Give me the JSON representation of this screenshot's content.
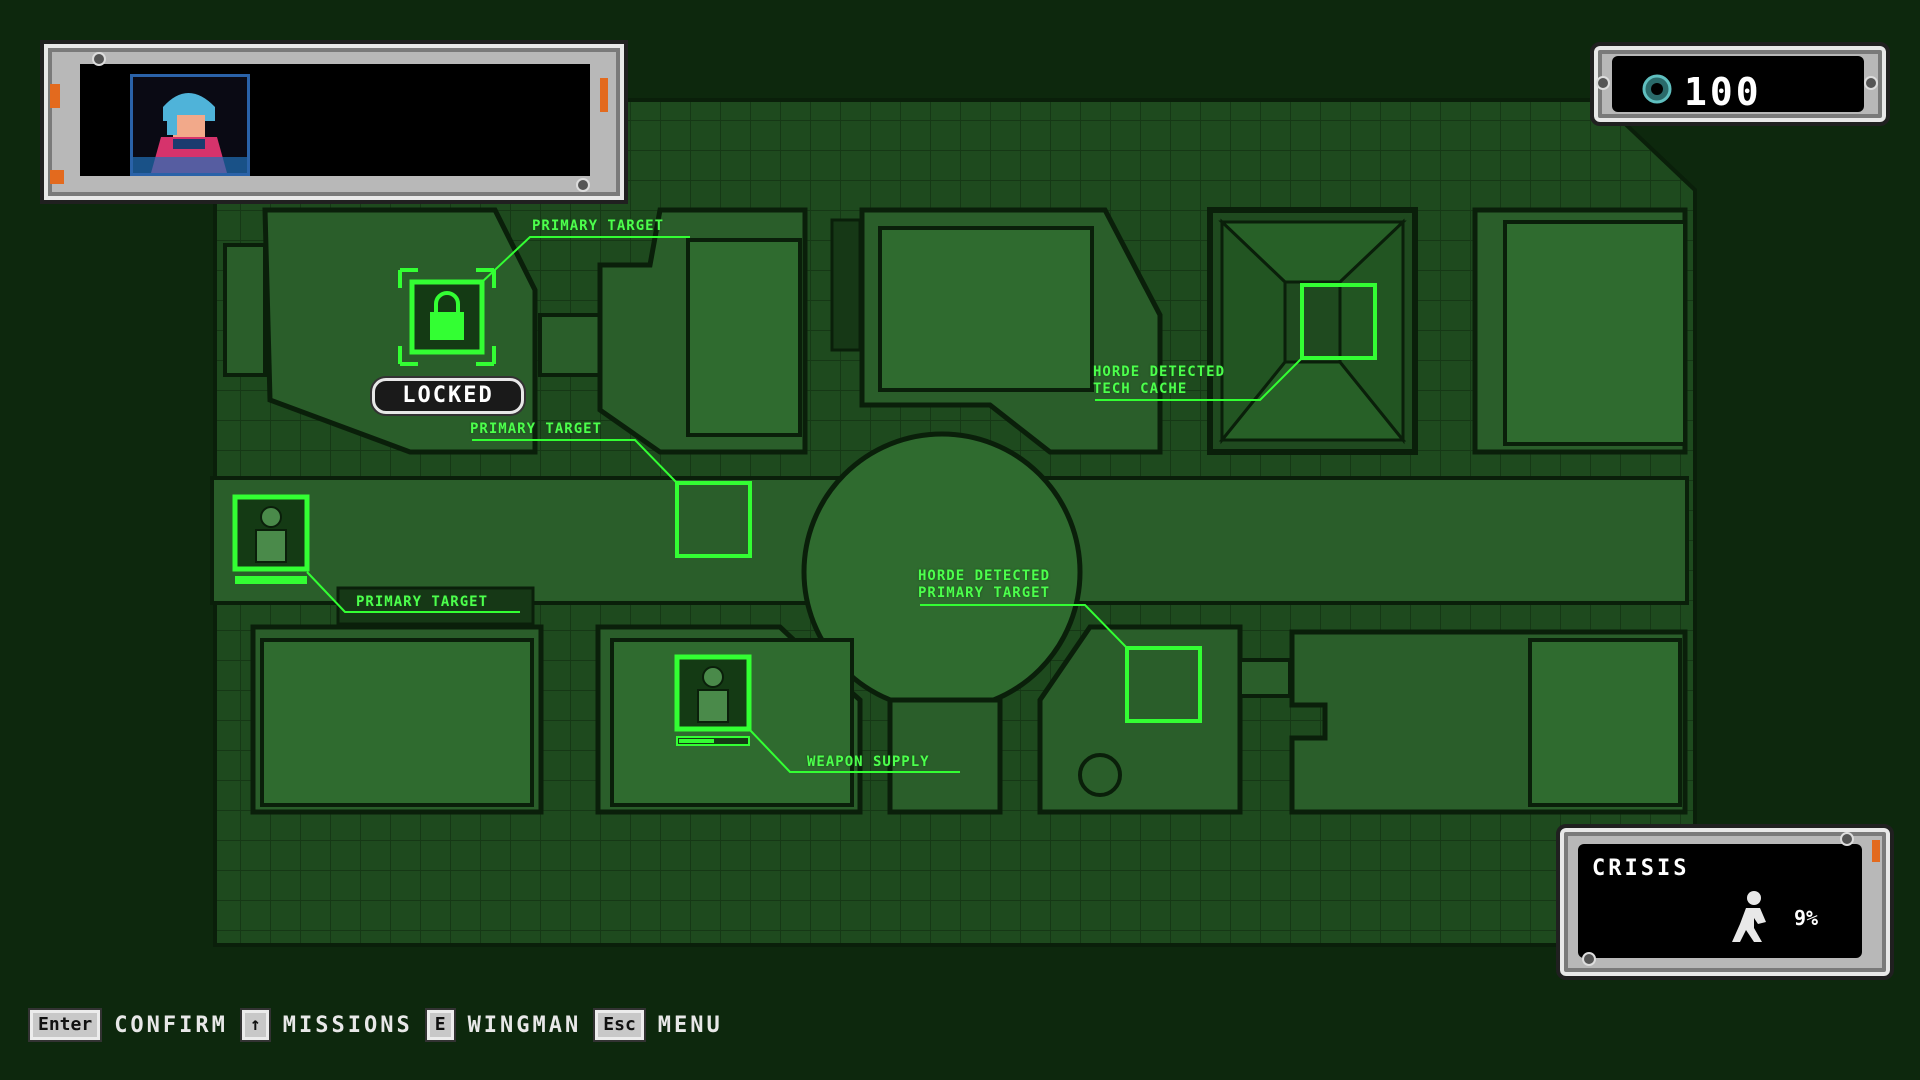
{
  "credits": {
    "value": "100",
    "icon": "gear-coin-icon"
  },
  "crisis": {
    "label": "CRISIS",
    "value": "9%",
    "icon": "running-figure-icon"
  },
  "pilot": {
    "portrait": "pilot-portrait-icon"
  },
  "locked_label": "LOCKED",
  "map_labels": {
    "primary_1": "PRIMARY TARGET",
    "primary_2": "PRIMARY TARGET",
    "primary_3": "PRIMARY TARGET",
    "horde_tech_1": "HORDE DETECTED",
    "horde_tech_2": "TECH CACHE",
    "horde_primary_1": "HORDE DETECTED",
    "horde_primary_2": "PRIMARY TARGET",
    "weapon_supply": "WEAPON SUPPLY"
  },
  "controls": [
    {
      "key": "Enter",
      "label": "CONFIRM"
    },
    {
      "key": "↑",
      "label": "MISSIONS"
    },
    {
      "key": "E",
      "label": "WINGMAN"
    },
    {
      "key": "Esc",
      "label": "MENU"
    }
  ],
  "colors": {
    "background": "#0d280d",
    "map_fill": "#1f4f1f",
    "highlight": "#33ff33",
    "label": "#4cff4c",
    "accent_orange": "#e36a1e"
  }
}
